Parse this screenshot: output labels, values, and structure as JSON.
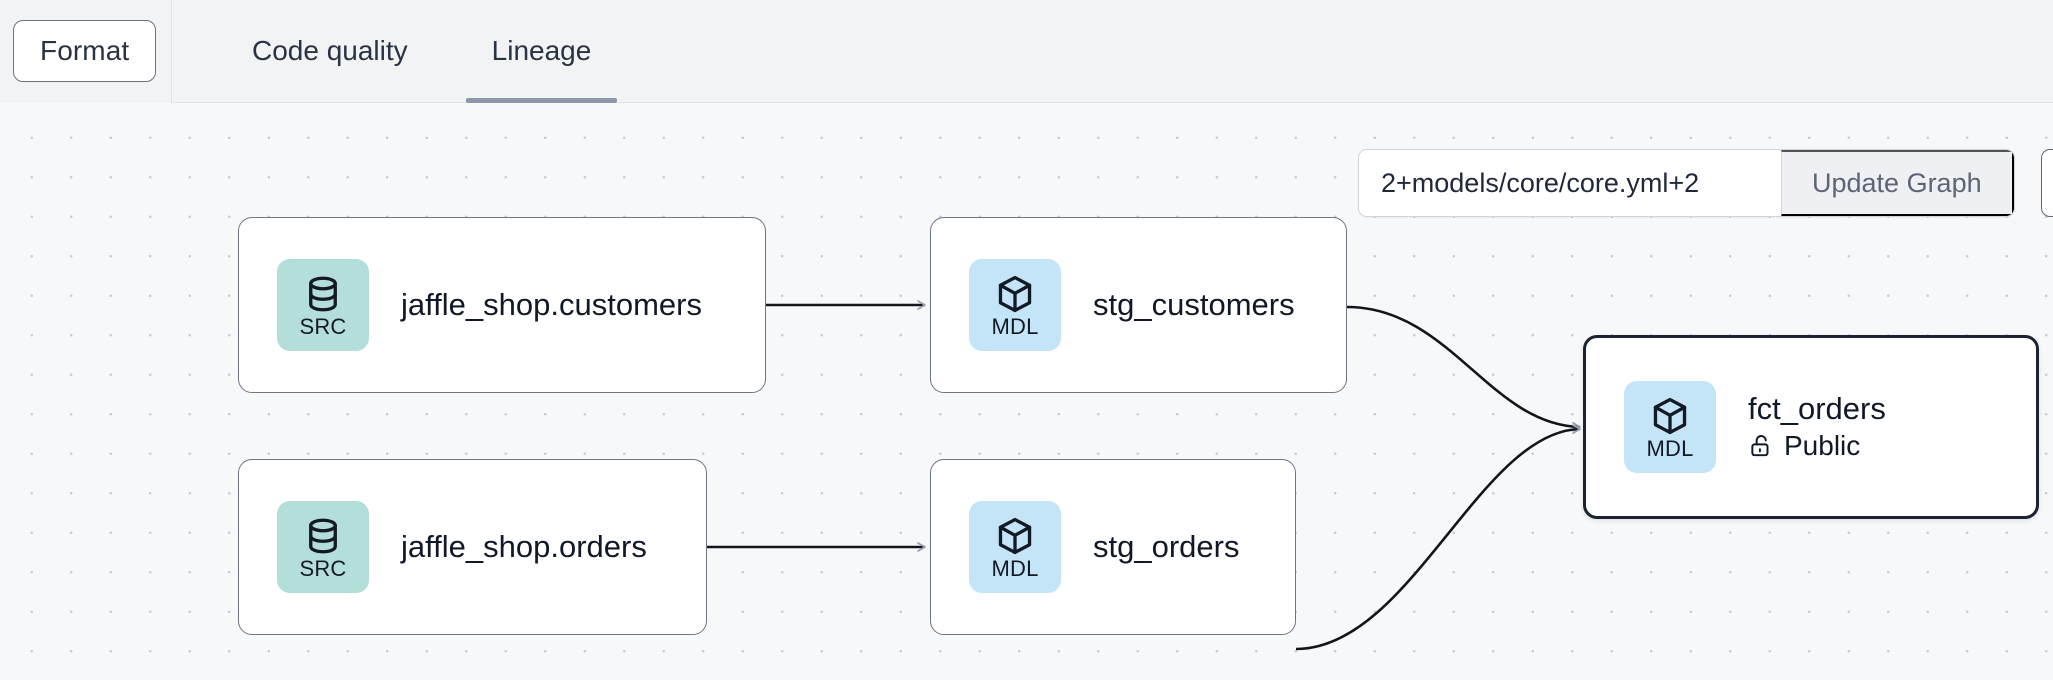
{
  "toolbar": {
    "format_label": "Format",
    "tabs": [
      {
        "label": "Code quality",
        "active": false
      },
      {
        "label": "Lineage",
        "active": true
      }
    ]
  },
  "graph_controls": {
    "selector_value": "2+models/core/core.yml+2",
    "selector_placeholder": "2+models/core/core.yml+2",
    "update_label": "Update Graph"
  },
  "lineage": {
    "nodes": [
      {
        "id": "jaffle_shop_customers",
        "title": "jaffle_shop.customers",
        "badge": "SRC",
        "badge_kind": "src",
        "icon": "database-icon",
        "subtitle": null,
        "selected": false
      },
      {
        "id": "stg_customers",
        "title": "stg_customers",
        "badge": "MDL",
        "badge_kind": "mdl",
        "icon": "cube-icon",
        "subtitle": null,
        "selected": false
      },
      {
        "id": "jaffle_shop_orders",
        "title": "jaffle_shop.orders",
        "badge": "SRC",
        "badge_kind": "src",
        "icon": "database-icon",
        "subtitle": null,
        "selected": false
      },
      {
        "id": "stg_orders",
        "title": "stg_orders",
        "badge": "MDL",
        "badge_kind": "mdl",
        "icon": "cube-icon",
        "subtitle": null,
        "selected": false
      },
      {
        "id": "fct_orders",
        "title": "fct_orders",
        "badge": "MDL",
        "badge_kind": "mdl",
        "icon": "cube-icon",
        "subtitle": "Public",
        "subtitle_icon": "unlock-icon",
        "selected": true
      }
    ],
    "edges": [
      {
        "from": "jaffle_shop_customers",
        "to": "stg_customers"
      },
      {
        "from": "jaffle_shop_orders",
        "to": "stg_orders"
      },
      {
        "from": "stg_customers",
        "to": "fct_orders"
      },
      {
        "from": "stg_orders",
        "to": "fct_orders"
      }
    ]
  },
  "colors": {
    "src_badge": "#b3ded9",
    "mdl_badge": "#c4e4f8",
    "canvas": "#f7f8fa",
    "toolbar": "#f2f3f5",
    "node_border": "#6e7583",
    "selected_border": "#1b2333",
    "tab_underline": "#8d97a8",
    "edge": "#12151c"
  }
}
